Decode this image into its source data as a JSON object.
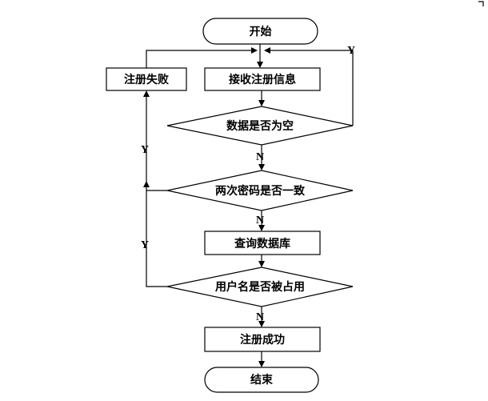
{
  "flowchart": {
    "start": "开始",
    "receive": "接收注册信息",
    "fail": "注册失败",
    "check_empty": "数据是否为空",
    "check_password": "两次密码是否一致",
    "query_db": "查询数据库",
    "check_username": "用户名是否被占用",
    "success": "注册成功",
    "end": "结束"
  },
  "edge_labels": {
    "empty_yes": "Y",
    "empty_no": "N",
    "password_yes": "Y",
    "password_no": "N",
    "username_yes": "Y",
    "username_no": "N"
  }
}
